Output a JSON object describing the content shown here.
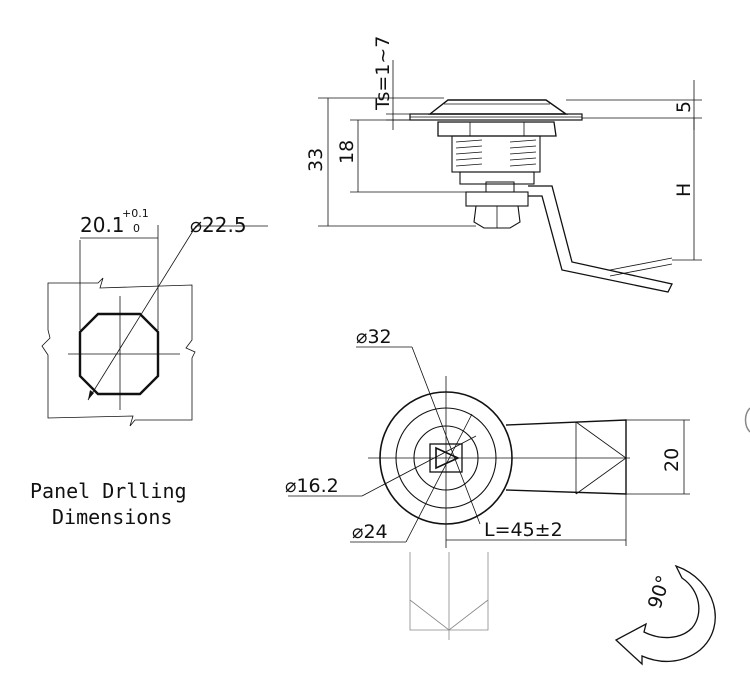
{
  "panel": {
    "width_dim": "20.1",
    "tol_upper": "+0.1",
    "tol_lower": "0",
    "diameter_dim": "⌀22.5",
    "caption_line1": "Panel Drlling",
    "caption_line2": "Dimensions"
  },
  "side_view": {
    "ts_dim": "Ts=1~7",
    "dim_33": "33",
    "dim_18": "18",
    "dim_5": "5",
    "dim_h": "H"
  },
  "front_view": {
    "dia_32": "⌀32",
    "dia_16_2": "⌀16.2",
    "dia_24": "⌀24",
    "length_dim": "L=45±2",
    "width_20": "20",
    "rotation": "90°"
  }
}
